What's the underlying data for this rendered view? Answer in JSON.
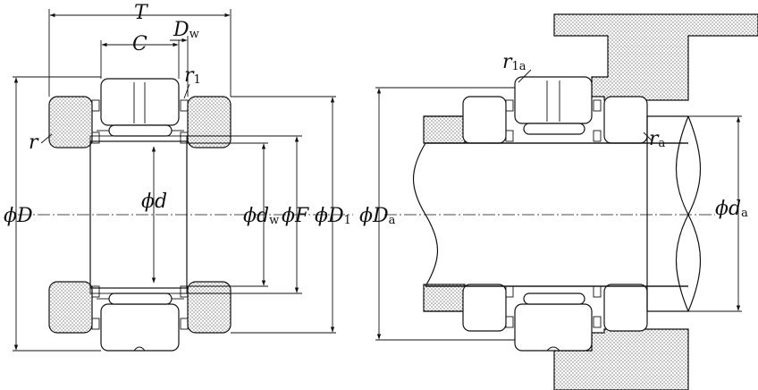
{
  "colors": {
    "line": "#111111",
    "background": "#ffffff",
    "stipple": "#7a7a7a"
  },
  "labels": {
    "T": "T",
    "C": "C",
    "Dw_main": "D",
    "Dw_sub": "w",
    "r1_main": "r",
    "r1_sub": "1",
    "r": "r",
    "D": "ϕD",
    "d": "ϕd",
    "dw_main": "ϕd",
    "dw_sub": "w",
    "F": "ϕF",
    "D1_main": "ϕD",
    "D1_sub": "1",
    "Da_main": "ϕD",
    "Da_sub": "a",
    "r1a_main": "r",
    "r1a_sub": "1a",
    "ra_main": "r",
    "ra_sub": "a",
    "da_main": "ϕd",
    "da_sub": "a"
  }
}
